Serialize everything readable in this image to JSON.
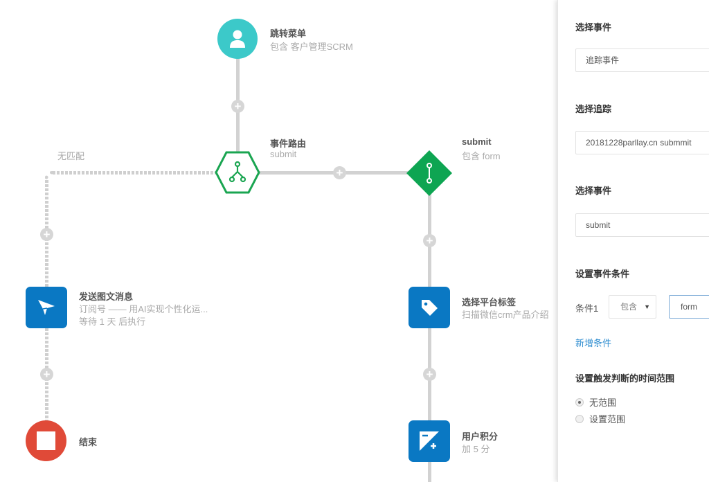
{
  "flow": {
    "nodes": [
      {
        "title": "跳转菜单",
        "subtitle": "包含 客户管理SCRM",
        "icon": "user-icon",
        "color": "#3cc9c9"
      },
      {
        "title": "事件路由",
        "subtitle": "submit",
        "icon": "branch-icon",
        "color": "#1aa551"
      },
      {
        "title": "submit",
        "subtitle": "包含 form",
        "icon": "link-icon",
        "color": "#0ea552"
      },
      {
        "title": "发送图文消息",
        "subtitle": "订阅号 —— 用AI实现个性化运...",
        "subtitle2": "等待 1 天 后执行",
        "icon": "send-icon",
        "color": "#0a78c3"
      },
      {
        "title": "结束",
        "icon": "stop-icon",
        "color": "#e04a38"
      },
      {
        "title": "选择平台标签",
        "subtitle": "扫描微信crm产品介绍",
        "icon": "tag-icon",
        "color": "#0a78c3"
      },
      {
        "title": "用户积分",
        "subtitle": "加 5 分",
        "icon": "plus-minus-icon",
        "color": "#0a78c3"
      }
    ],
    "no_match_label": "无匹配",
    "add_symbol": "+"
  },
  "panel": {
    "select_event_label": "选择事件",
    "select_event_value": "追踪事件",
    "select_track_label": "选择追踪",
    "select_track_value": "20181228parllay.cn submmit",
    "select_event2_label": "选择事件",
    "select_event2_value": "submit",
    "condition_section_label": "设置事件条件",
    "condition1_label": "条件1",
    "condition1_operator": "包含",
    "condition1_value": "form",
    "add_condition": "新增条件",
    "time_range_label": "设置触发判断的时间范围",
    "radio_no_range": "无范围",
    "radio_set_range": "设置范围",
    "accent": "#2e8dd0"
  }
}
